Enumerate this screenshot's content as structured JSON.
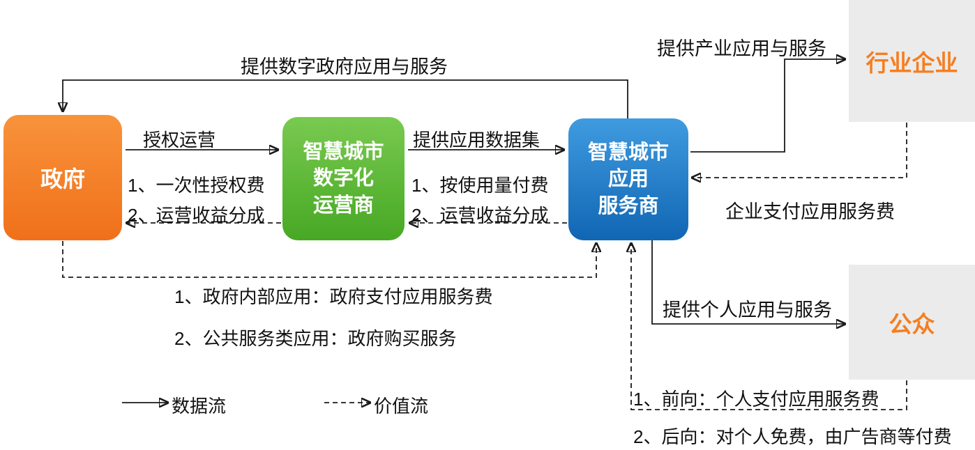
{
  "nodes": {
    "government": {
      "label": "政府"
    },
    "operator": {
      "lines": [
        "智慧城市",
        "数字化",
        "运营商"
      ]
    },
    "provider": {
      "lines": [
        "智慧城市",
        "应用",
        "服务商"
      ]
    },
    "industry": {
      "label": "行业企业"
    },
    "public": {
      "label": "公众"
    }
  },
  "labels": {
    "digital_gov": "提供数字政府应用与服务",
    "authorize": "授权运营",
    "operator_fee_1": "1、一次性授权费",
    "operator_fee_2": "2、运营收益分成",
    "dataset": "提供应用数据集",
    "provider_fee_1": "1、按使用量付费",
    "provider_fee_2": "2、运营收益分成",
    "industry_service": "提供产业应用与服务",
    "industry_pay": "企业支付应用服务费",
    "gov_pay_1": "1、政府内部应用：政府支付应用服务费",
    "gov_pay_2": "2、公共服务类应用：政府购买服务",
    "personal_service": "提供个人应用与服务",
    "public_pay_1": "1、前向：个人支付应用服务费",
    "public_pay_2": "2、后向：对个人免费，由广告商等付费"
  },
  "legend": {
    "data_flow": "数据流",
    "value_flow": "价值流"
  },
  "colors": {
    "government_orange": "#F0701A",
    "operator_green": "#47A824",
    "provider_blue": "#1166B3",
    "panel_gray": "#EBEBEB",
    "accent_text_orange": "#F57E20",
    "line_black": "#1A1A1A"
  }
}
